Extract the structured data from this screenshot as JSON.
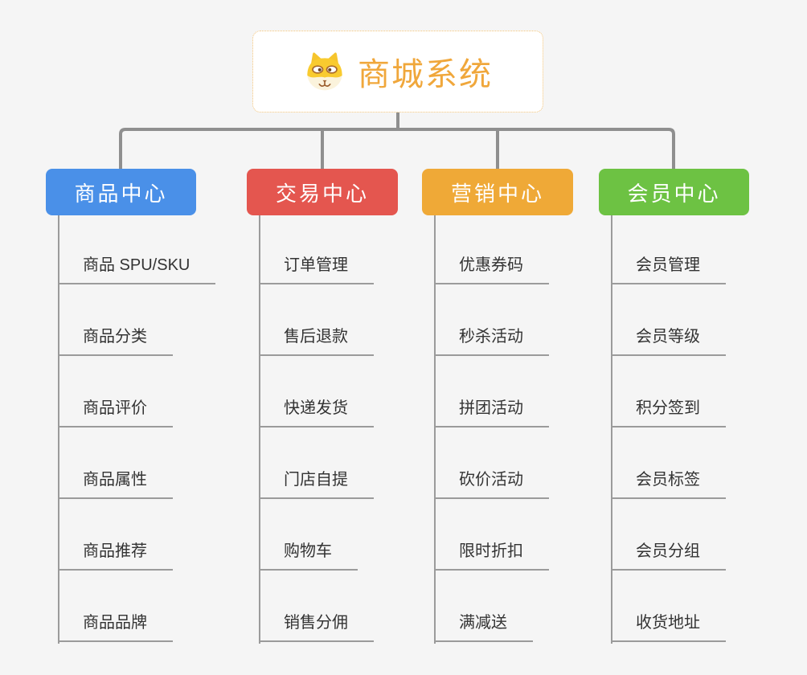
{
  "root": {
    "title": "商城系统",
    "icon": "dog-face-icon",
    "title_color": "#F0A73B",
    "border_color": "#F2C378"
  },
  "colors": {
    "page_background": "#F5F5F5",
    "tree_connector": "#8F8F8F",
    "leaf_line": "#9B9B9B",
    "leaf_text": "#333333"
  },
  "branches": [
    {
      "label": "商品中心",
      "color": "#4A90E8",
      "items": [
        "商品 SPU/SKU",
        "商品分类",
        "商品评价",
        "商品属性",
        "商品推荐",
        "商品品牌"
      ]
    },
    {
      "label": "交易中心",
      "color": "#E4564F",
      "items": [
        "订单管理",
        "售后退款",
        "快递发货",
        "门店自提",
        "购物车",
        "销售分佣"
      ]
    },
    {
      "label": "营销中心",
      "color": "#EFA937",
      "items": [
        "优惠券码",
        "秒杀活动",
        "拼团活动",
        "砍价活动",
        "限时折扣",
        "满减送"
      ]
    },
    {
      "label": "会员中心",
      "color": "#6DC243",
      "items": [
        "会员管理",
        "会员等级",
        "积分签到",
        "会员标签",
        "会员分组",
        "收货地址"
      ]
    }
  ]
}
